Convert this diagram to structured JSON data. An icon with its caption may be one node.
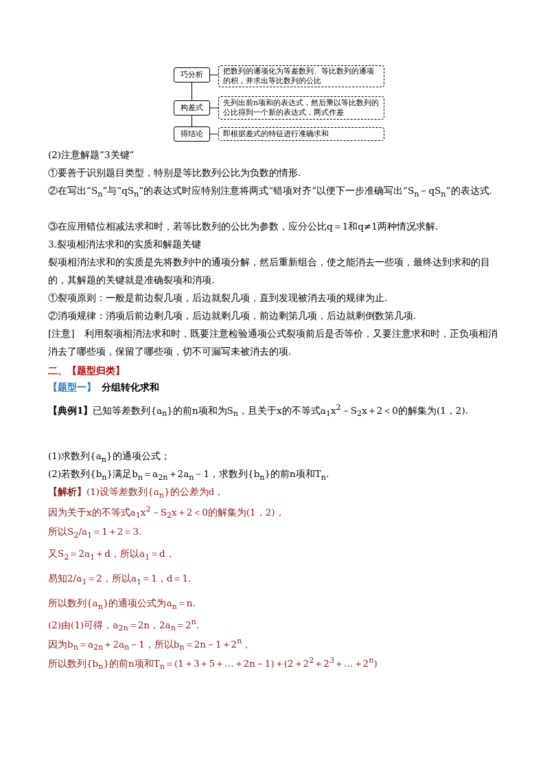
{
  "diagram": {
    "nodes": [
      {
        "text": [
          "巧分析"
        ]
      },
      {
        "text": [
          "把数列的通项化为等差数列、等比数列的通项的积，并求出等比数列的公比"
        ]
      },
      {
        "text": [
          "构差式"
        ]
      },
      {
        "text": [
          "先列出前n项和的表达式，然后乘以等比数列的公比得到一个新的表达式，两式作差"
        ]
      },
      {
        "text": [
          "得结论"
        ]
      },
      {
        "text": [
          "即根据差式的特征进行准确求和"
        ]
      }
    ],
    "edges": [
      {
        "from": 0,
        "to": 1,
        "arrow": "none"
      },
      {
        "from": 0,
        "to": 2,
        "arrow": "none"
      },
      {
        "from": 2,
        "to": 3,
        "arrow": "none"
      },
      {
        "from": 2,
        "to": 4,
        "arrow": "none"
      },
      {
        "from": 4,
        "to": 5,
        "arrow": "none"
      }
    ],
    "labels": [
      "(2)注意解题“3关键”",
      "①要善于识别题目类型，特别是等比数列公比为负数的情形.",
      "②在写出“S$_{n}$”与“qS$_{n}$”的表达式时应特别注意将两式“错项对齐”以便下一步准确写出“S$_{n}$－qS$_{n}$”的表达式.",
      "③在应用错位相减法求和时，若等比数列的公比为参数，应分公比q＝1和q≠1两种情况求解.",
      "3.裂项相消法求和的实质和解题关键",
      "裂项相消法求和的实质是先将数列中的通项分解，然后重新组合，使之能消去一些项，最终达到求和的目的，其解题的关键就是准确裂项和消项.",
      "①裂项原则：一般是前边裂几项，后边就裂几项，直到发现被消去项的规律为止.",
      "②消项规律：消项后前边剩几项，后边就剩几项，前边剩第几项，后边就剩倒数第几项.",
      "[注意]　利用裂项相消法求和时，既要注意检验通项公式裂项前后是否等价，又要注意求和时，正负项相消消去了哪些项，保留了哪些项，切不可漏写未被消去的项.",
      "二、【题型归类】",
      "【题型一】",
      "分组转化求和",
      "**【典例1】**已知等差数列{a$_{n}$}的前n项和为S$_{n}$，且关于x的不等式a$_{1}$x$^{2}$－S$_{2}$x＋2＜0的解集为(1，2).",
      "(1)求数列{a$_{n}$}的通项公式；",
      "(2)若数列{b$_{n}$}满足b$_{n}$＝a$_{2n}$＋2a$_{n}$－1，求数列{b$_{n}$}的前n项和T$_{n}$.",
      "**【解析】**(1)设等差数列{a$_{n}$}的公差为d，",
      "因为关于x的不等式a$_{1}$x$^{2}$－S$_{2}$x＋2＜0的解集为(1，2)，",
      "所以S$_{2}$/a$_{1}$＝1＋2＝3.",
      "又S$_{2}$＝2a$_{1}$＋d，所以a$_{1}$＝d，",
      "易知2/a$_{1}$＝2，所以a$_{1}$＝1，d＝1.",
      "所以数列{a$_{n}$}的通项公式为a$_{n}$＝n.",
      "(2)由(1)可得，a$_{2n}$＝2n，2a$_{n}$＝2$^{n}$.",
      "因为b$_{n}$＝a$_{2n}$＋2a$_{n}$－1，所以b$_{n}$＝2n－1＋2$^{n}$，",
      "所以数列{b$_{n}$}的前n项和T$_{n}$＝(1＋3＋5＋…＋2n－1)＋(2＋2$^{2}$＋2$^{3}$＋…＋2$^{n}$)"
    ]
  }
}
